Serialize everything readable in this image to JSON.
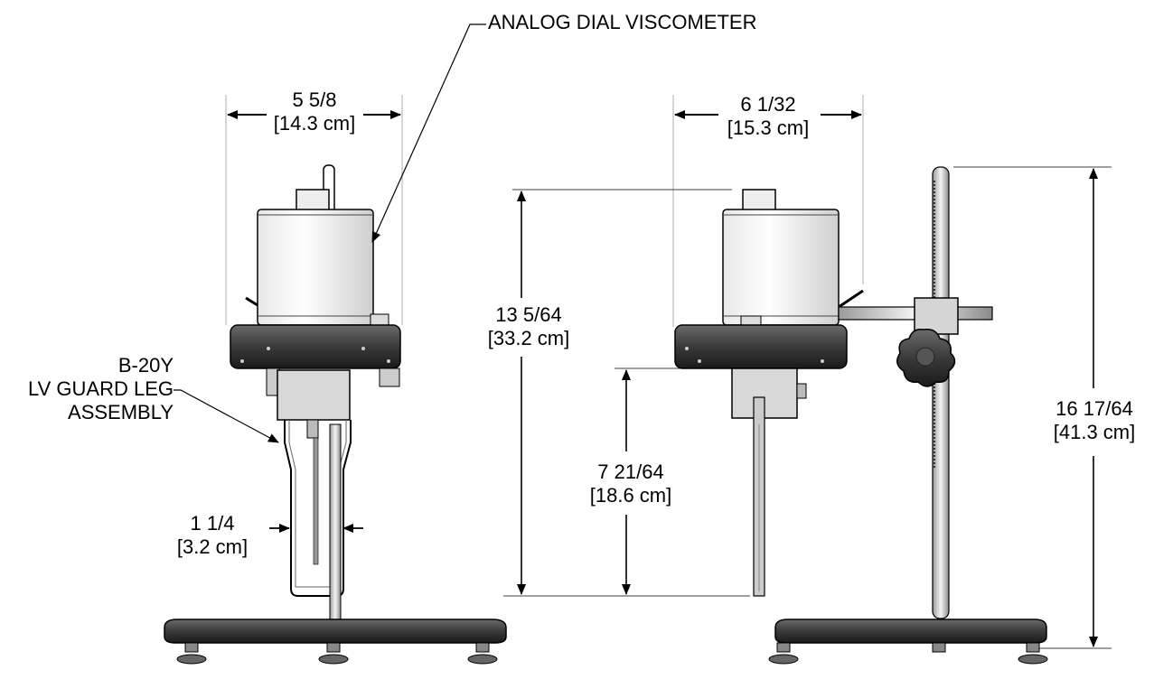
{
  "callouts": {
    "viscometer": "ANALOG DIAL VISCOMETER",
    "guard_leg": [
      "B-20Y",
      "LV GUARD LEG",
      "ASSEMBLY"
    ]
  },
  "dimensions": {
    "front_width": {
      "imperial": "5 5/8",
      "metric": "[14.3 cm]"
    },
    "guard_leg_width": {
      "imperial": "1 1/4",
      "metric": "[3.2 cm]"
    },
    "side_depth": {
      "imperial": "6 1/32",
      "metric": "[15.3 cm]"
    },
    "instrument_height": {
      "imperial": "13 5/64",
      "metric": "[33.2 cm]"
    },
    "spindle_height": {
      "imperial": "7 21/64",
      "metric": "[18.6 cm]"
    },
    "overall_height": {
      "imperial": "16 17/64",
      "metric": "[41.3 cm]"
    }
  }
}
